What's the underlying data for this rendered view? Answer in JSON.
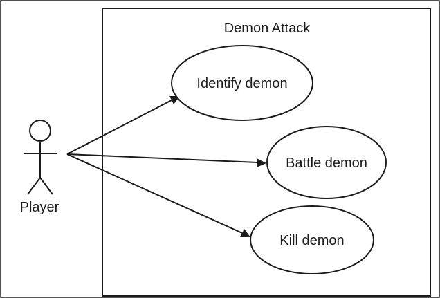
{
  "system": {
    "title": "Demon Attack"
  },
  "actor": {
    "name": "Player",
    "icon": "stick-figure-icon"
  },
  "use_cases": [
    {
      "label": "Identify demon"
    },
    {
      "label": "Battle demon"
    },
    {
      "label": "Kill demon"
    }
  ],
  "associations": [
    {
      "from": "Player",
      "to": "Identify demon",
      "arrow": "filled"
    },
    {
      "from": "Player",
      "to": "Battle demon",
      "arrow": "filled"
    },
    {
      "from": "Player",
      "to": "Kill demon",
      "arrow": "filled"
    }
  ],
  "colors": {
    "line": "#1a1a1a",
    "background": "#ffffff"
  }
}
